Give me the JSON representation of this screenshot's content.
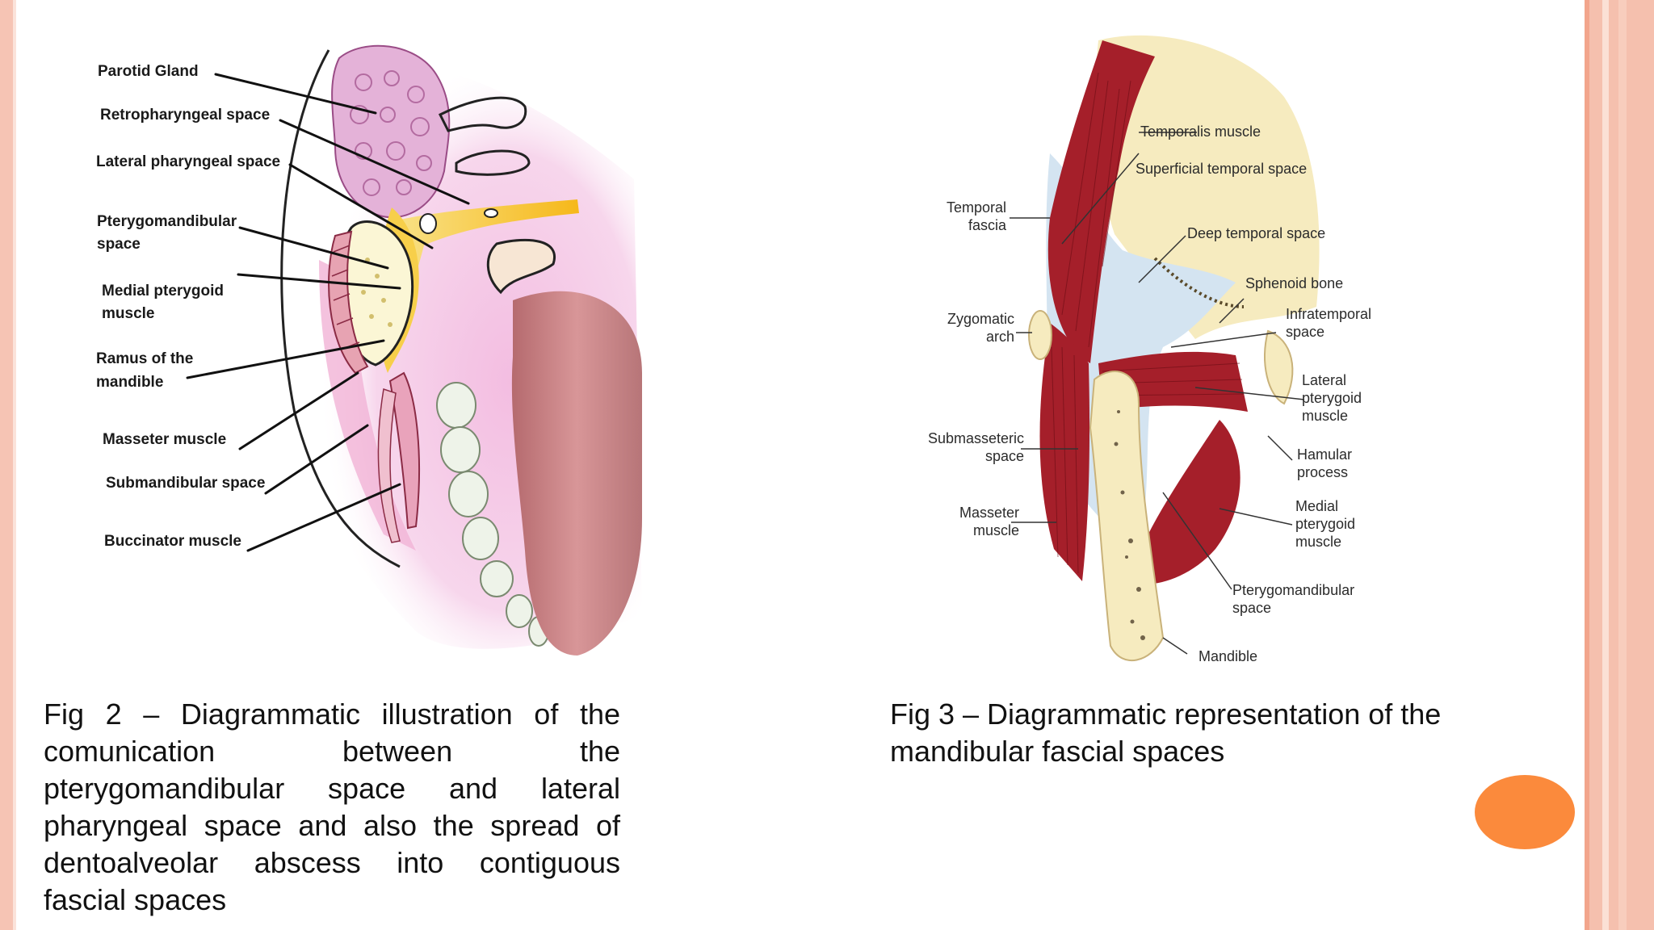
{
  "figure2": {
    "labels": {
      "parotid_gland": "Parotid Gland",
      "retropharyngeal_space": "Retropharyngeal space",
      "lateral_pharyngeal_space": "Lateral pharyngeal space",
      "pterygomandibular_space_1": "Pterygomandibular",
      "pterygomandibular_space_2": "space",
      "medial_pterygoid_1": "Medial pterygoid",
      "medial_pterygoid_2": "muscle",
      "ramus_1": "Ramus of the",
      "ramus_2": "mandible",
      "masseter_muscle": "Masseter muscle",
      "submandibular_space": "Submandibular space",
      "buccinator_muscle": "Buccinator muscle"
    },
    "caption": "Fig 2 – Diagrammatic illustration of the comunication between the pterygomandibular space and lateral pharyngeal space and also the spread of dentoalveolar abscess into contiguous fascial spaces"
  },
  "figure3": {
    "labels": {
      "temporalis_muscle": "Temporalis muscle",
      "superficial_temporal_space": "Superficial temporal space",
      "temporal_fascia_1": "Temporal",
      "temporal_fascia_2": "fascia",
      "deep_temporal_space": "Deep temporal space",
      "sphenoid_bone": "Sphenoid bone",
      "zygomatic_arch_1": "Zygomatic",
      "zygomatic_arch_2": "arch",
      "infratemporal_space_1": "Infratemporal",
      "infratemporal_space_2": "space",
      "lateral_pterygoid_1": "Lateral",
      "lateral_pterygoid_2": "pterygoid",
      "lateral_pterygoid_3": "muscle",
      "submasseteric_space_1": "Submasseteric",
      "submasseteric_space_2": "space",
      "hamular_process_1": "Hamular",
      "hamular_process_2": "process",
      "masseter_muscle_1": "Masseter",
      "masseter_muscle_2": "muscle",
      "medial_pterygoid_1": "Medial",
      "medial_pterygoid_2": "pterygoid",
      "medial_pterygoid_3": "muscle",
      "pterygomandibular_space_1": "Pterygomandibular",
      "pterygomandibular_space_2": "space",
      "mandible": "Mandible"
    },
    "caption": "Fig 3 – Diagrammatic representation of the mandibular fascial spaces"
  },
  "colors": {
    "slide_border": "#f6c4b4",
    "accent_orange": "#fb8a3c",
    "muscle_red": "#a4202a",
    "bone_cream": "#f6ebbf",
    "space_blue": "#cfe0ee",
    "abscess_yellow": "#f6c21a",
    "tissue_pink": "#e9a7d3"
  }
}
